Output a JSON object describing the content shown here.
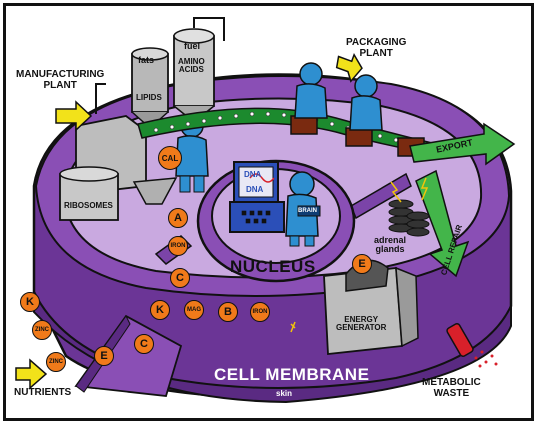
{
  "labels": {
    "manufacturing_plant": "MANUFACTURING\nPLANT",
    "packaging_plant": "PACKAGING\nPLANT",
    "fats": "fats",
    "fuel": "fuel",
    "amino_acids": "AMINO\nACIDS",
    "lipids": "LIPIDS",
    "ribosomes": "RIBOSOMES",
    "cal": "CAL",
    "dna_top": "DNA",
    "dna_bottom": "DNA",
    "brain": "BRAIN",
    "nucleus": "NUCLEUS",
    "export": "EXPORT",
    "cell_repair": "CELL REPAIR",
    "adrenal_glands": "adrenal\nglands",
    "energy_generator": "ENERGY\nGENERATOR",
    "cell_membrane": "CELL MEMBRANE",
    "skin": "skin",
    "nutrients": "NUTRIENTS",
    "metabolic_waste": "METABOLIC\nWASTE"
  },
  "nutrient_balls": [
    {
      "name": "ball-a",
      "text": "A"
    },
    {
      "name": "ball-iron-1",
      "text": "IRON"
    },
    {
      "name": "ball-c",
      "text": "C"
    },
    {
      "name": "ball-k-center",
      "text": "K"
    },
    {
      "name": "ball-mag",
      "text": "MAG"
    },
    {
      "name": "ball-b",
      "text": "B"
    },
    {
      "name": "ball-iron-2",
      "text": "IRON"
    },
    {
      "name": "ball-k-outside",
      "text": "K"
    },
    {
      "name": "ball-zinc-1",
      "text": "ZINC"
    },
    {
      "name": "ball-zinc-2",
      "text": "ZINC"
    },
    {
      "name": "ball-e",
      "text": "E"
    },
    {
      "name": "ball-c-ramp",
      "text": "C"
    },
    {
      "name": "ball-energy",
      "text": "E"
    }
  ],
  "colors": {
    "membrane_purple": "#8a4fb5",
    "membrane_dark": "#5a2a82",
    "floor_lavender": "#c9a9e0",
    "worker_blue": "#2e8fd0",
    "conveyor_green": "#1c8a2e",
    "arrow_green": "#43b54a",
    "ball_orange": "#f07a1a",
    "arrow_yellow": "#f2e21a",
    "waste_red": "#d8202a"
  }
}
